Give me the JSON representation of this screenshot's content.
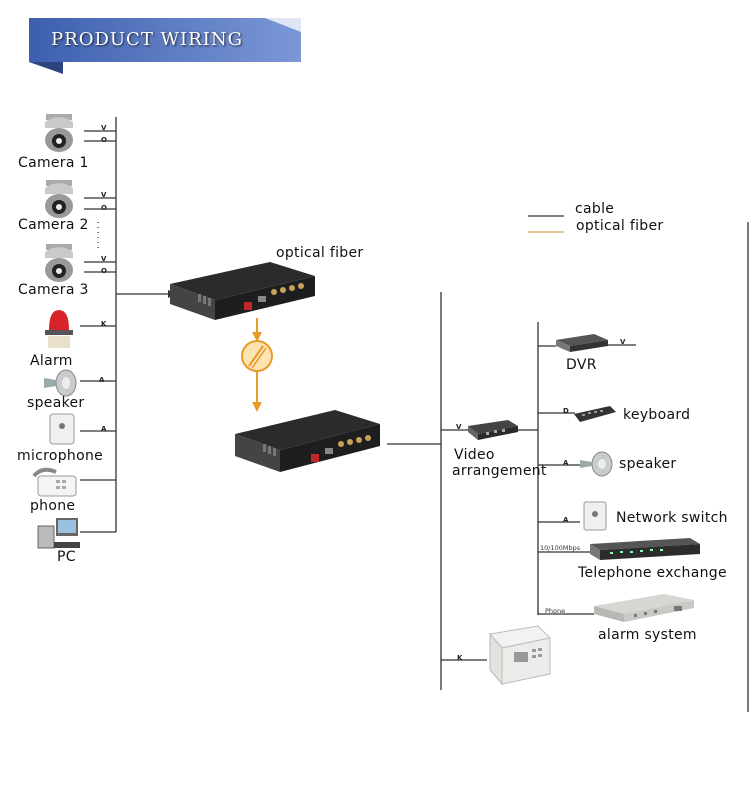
{
  "banner": {
    "title": "PRODUCT WIRING"
  },
  "legend": {
    "cable": "cable",
    "fiber": "optical fiber"
  },
  "fiber_label": "optical fiber",
  "left_devices": [
    {
      "label": "Camera 1",
      "signals": [
        "V",
        "O"
      ]
    },
    {
      "label": "Camera 2",
      "signals": [
        "V",
        "O"
      ]
    },
    {
      "label": "Camera 3",
      "signals": [
        "V",
        "O"
      ]
    },
    {
      "label": "Alarm",
      "signals": [
        "K"
      ]
    },
    {
      "label": "speaker",
      "signals": [
        "A"
      ]
    },
    {
      "label": "microphone",
      "signals": [
        "A"
      ]
    },
    {
      "label": "phone",
      "signals": []
    },
    {
      "label": "PC",
      "signals": []
    }
  ],
  "right": {
    "hub_label_1": "Video",
    "hub_label_2": "arrangement",
    "hub_signal": "V",
    "devices": [
      {
        "label": "DVR",
        "signal": "V"
      },
      {
        "label": "keyboard",
        "signal": "D"
      },
      {
        "label": "speaker",
        "signal": "A"
      },
      {
        "label": "Network switch",
        "signal": "A"
      },
      {
        "label": "Telephone exchange",
        "signal": "10/100Mbps"
      },
      {
        "label": "alarm system",
        "signal": "Phone"
      }
    ],
    "panel_signal": "K"
  },
  "colors": {
    "banner": "#4a6ab8",
    "fiber": "#e89a2a",
    "cable": "#333333"
  }
}
